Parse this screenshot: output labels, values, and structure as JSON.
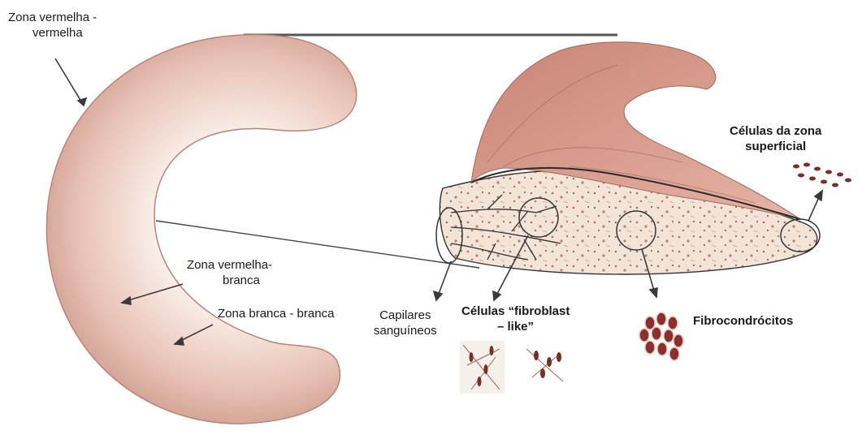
{
  "colors": {
    "tissue_edge": "#b97f72",
    "tissue_dark": "#c58a7c",
    "tissue_light": "#fbf3ee",
    "muscle": "#d9998a",
    "stroma": "#f1e3d6",
    "cell": "#7a2e2a",
    "line": "#333333"
  },
  "labels": {
    "red_red": {
      "line1": "Zona vermelha -",
      "line2": "vermelha"
    },
    "red_white": {
      "line1": "Zona vermelha-",
      "line2": "branca"
    },
    "white_white": {
      "line1": "Zona branca - branca"
    },
    "capillaries": {
      "line1": "Capilares",
      "line2": "sanguíneos"
    },
    "fibroblast": {
      "line1": "Células “fibroblast",
      "line2": "– like”"
    },
    "fibrochondrocytes": {
      "line1": "Fibrocondrócitos"
    },
    "superficial": {
      "line1": "Células da zona",
      "line2": "superficial"
    }
  }
}
